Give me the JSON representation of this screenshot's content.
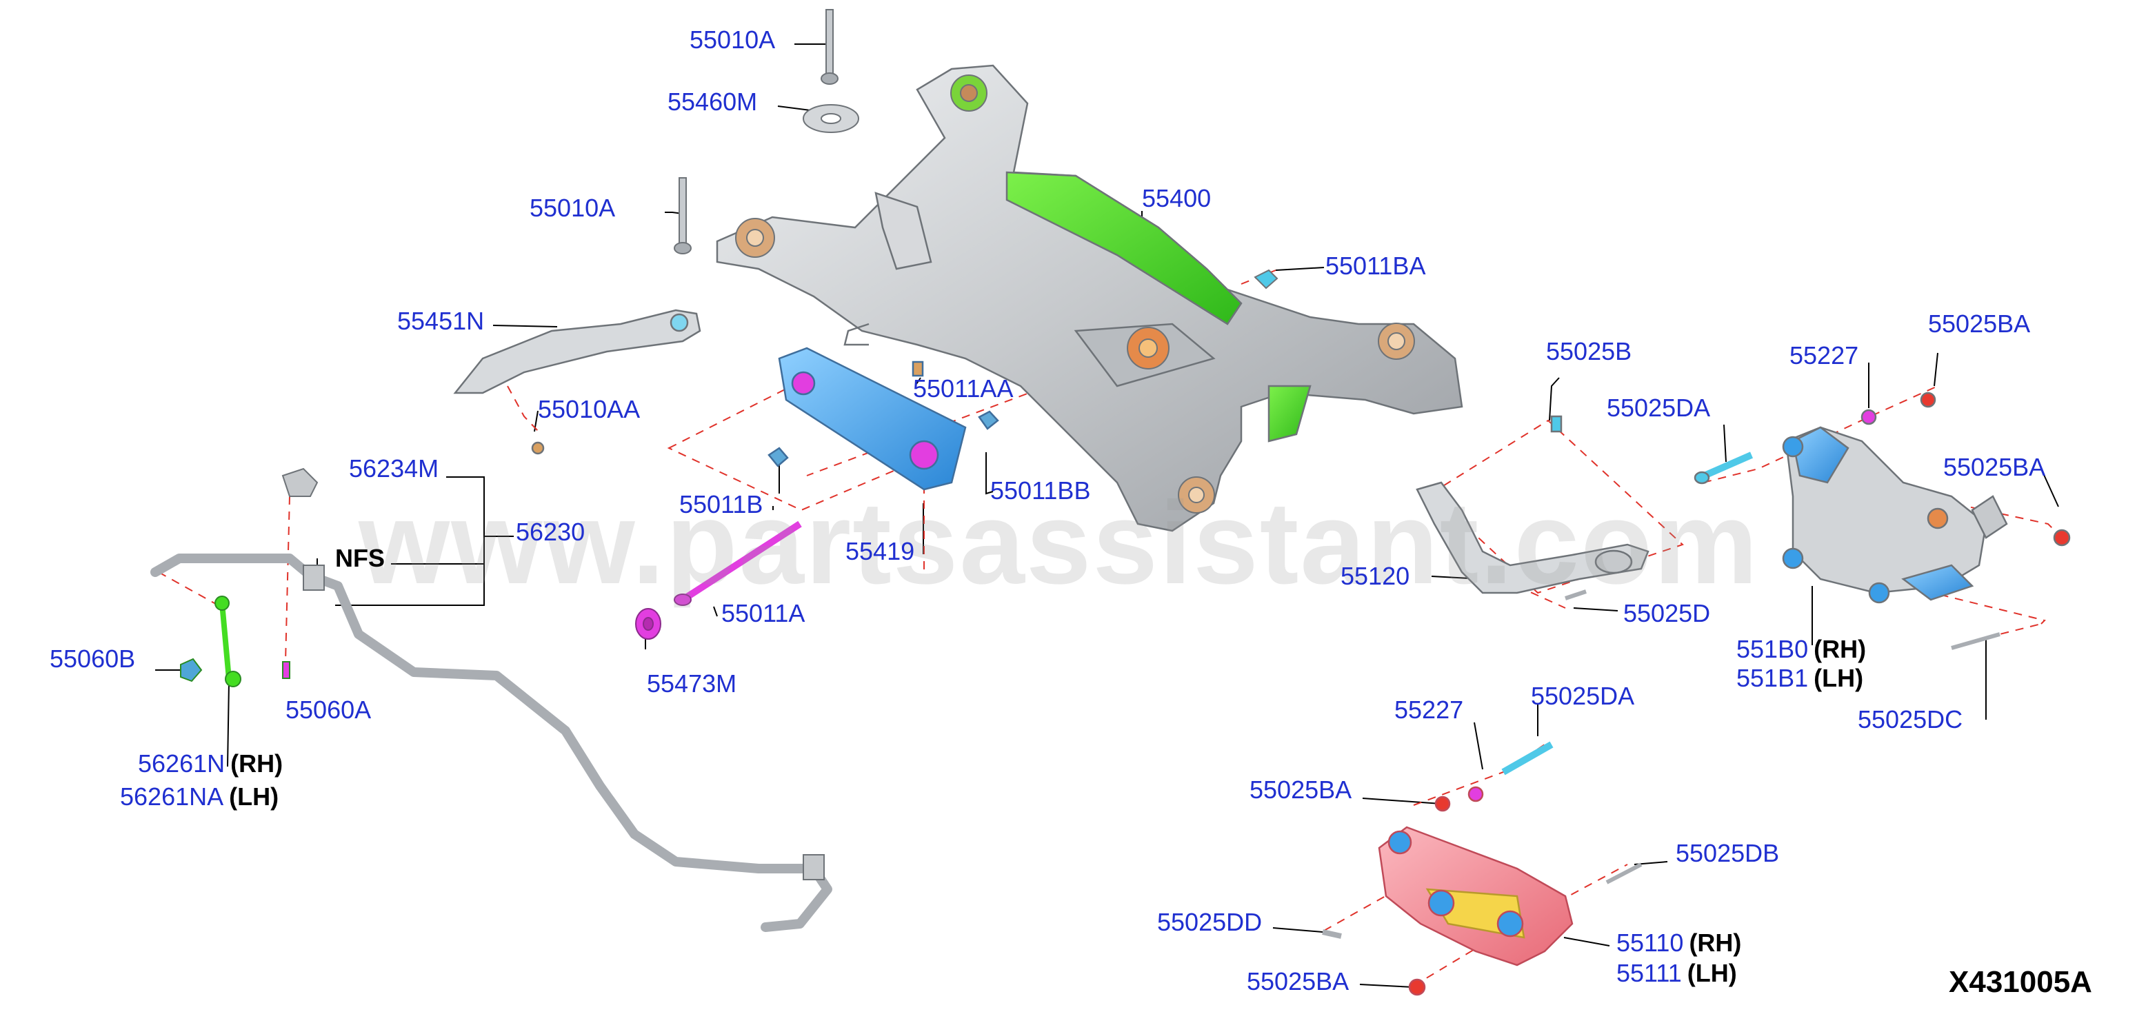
{
  "diagram": {
    "code": "X431005A",
    "watermark": "www.partsassistant.com",
    "colors": {
      "label": "#1f2fd0",
      "leader": "#000000",
      "dashed": "#e0322a",
      "subframe": "#c9cccf",
      "green": "#44dd22",
      "blue": "#3a9ee8",
      "magenta": "#e23ee0",
      "pink": "#f07b85",
      "yellow": "#f5d54a",
      "cyan": "#4fc9e8",
      "red": "#e8392f",
      "bushing": "#d9a87a"
    },
    "callouts": [
      {
        "id": "55010A-top",
        "part": "55010A"
      },
      {
        "id": "55460M",
        "part": "55460M"
      },
      {
        "id": "55010A-mid",
        "part": "55010A"
      },
      {
        "id": "55400",
        "part": "55400"
      },
      {
        "id": "55011BA",
        "part": "55011BA"
      },
      {
        "id": "55451N",
        "part": "55451N"
      },
      {
        "id": "55010AA",
        "part": "55010AA"
      },
      {
        "id": "55011AA",
        "part": "55011AA"
      },
      {
        "id": "56234M",
        "part": "56234M"
      },
      {
        "id": "56230",
        "part": "56230"
      },
      {
        "id": "NFS",
        "part": "NFS"
      },
      {
        "id": "55011B",
        "part": "55011B"
      },
      {
        "id": "55011BB",
        "part": "55011BB"
      },
      {
        "id": "55419",
        "part": "55419"
      },
      {
        "id": "55011A",
        "part": "55011A"
      },
      {
        "id": "55473M",
        "part": "55473M"
      },
      {
        "id": "55060B",
        "part": "55060B"
      },
      {
        "id": "55060A",
        "part": "55060A"
      },
      {
        "id": "56261N",
        "part": "56261N",
        "side": "(RH)"
      },
      {
        "id": "56261NA",
        "part": "56261NA",
        "side": "(LH)"
      },
      {
        "id": "55025B",
        "part": "55025B"
      },
      {
        "id": "55120",
        "part": "55120"
      },
      {
        "id": "55025D",
        "part": "55025D"
      },
      {
        "id": "55227-right",
        "part": "55227"
      },
      {
        "id": "55025BA-top",
        "part": "55025BA"
      },
      {
        "id": "55025DA-right",
        "part": "55025DA"
      },
      {
        "id": "55025BA-right",
        "part": "55025BA"
      },
      {
        "id": "551B0",
        "part": "551B0",
        "side": "(RH)"
      },
      {
        "id": "551B1",
        "part": "551B1",
        "side": "(LH)"
      },
      {
        "id": "55025DC",
        "part": "55025DC"
      },
      {
        "id": "55227-lower",
        "part": "55227"
      },
      {
        "id": "55025DA-lower",
        "part": "55025DA"
      },
      {
        "id": "55025BA-lower1",
        "part": "55025BA"
      },
      {
        "id": "55025DB",
        "part": "55025DB"
      },
      {
        "id": "55025DD",
        "part": "55025DD"
      },
      {
        "id": "55110",
        "part": "55110",
        "side": "(RH)"
      },
      {
        "id": "55111",
        "part": "55111",
        "side": "(LH)"
      },
      {
        "id": "55025BA-lower2",
        "part": "55025BA"
      }
    ]
  }
}
